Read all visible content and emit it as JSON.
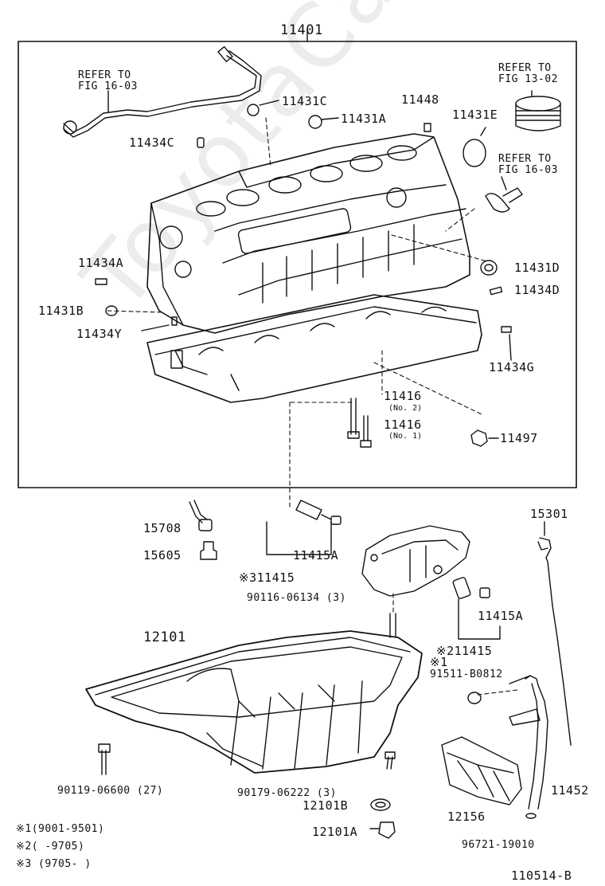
{
  "watermark": "ToyotaCar.ru",
  "labels": {
    "l11401": "11401",
    "refer_1603_a1": "REFER TO",
    "refer_1603_a2": "FIG 16-03",
    "l11431C": "11431C",
    "l11448": "11448",
    "refer_1302_1": "REFER TO",
    "refer_1302_2": "FIG 13-02",
    "l11431A": "11431A",
    "l11431E": "11431E",
    "l11434C": "11434C",
    "refer_1603_b1": "REFER TO",
    "refer_1603_b2": "FIG 16-03",
    "l11434A": "11434A",
    "l11431D": "11431D",
    "l11434D": "11434D",
    "l11431B": "11431B",
    "l11434Y": "11434Y",
    "l11434G": "11434G",
    "l11416_no2": "11416",
    "no2": "(No. 2)",
    "l11416_no1": "11416",
    "no1": "(No. 1)",
    "l11497": "11497",
    "l15301": "15301",
    "l15708": "15708",
    "l15605": "15605",
    "l11415A_a": "11415A",
    "l311415": "※311415",
    "l90116": "90116-06134 (3)",
    "l11415A_b": "11415A",
    "l12101": "12101",
    "l211415": "※211415",
    "star1": "※1",
    "l91511": "91511-B0812",
    "l90119": "90119-06600 (27)",
    "l90179": "90179-06222 (3)",
    "l12101B": "12101B",
    "l12101A": "12101A",
    "l12156": "12156",
    "l11452": "11452",
    "l96721": "96721-19010",
    "note1": "※1(9001-9501)",
    "note2": "※2(      -9705)",
    "note3": "※3 (9705-        )",
    "ref_code": "110514-B"
  }
}
